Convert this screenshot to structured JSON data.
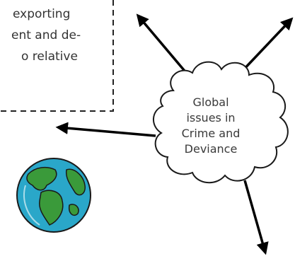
{
  "note_box": {
    "lines": [
      "exporting",
      "ent and de-",
      "o relative"
    ]
  },
  "cloud": {
    "lines": [
      "Global",
      "issues in",
      "Crime and",
      "Deviance"
    ]
  },
  "globe": {
    "icon": "globe-icon",
    "colors": {
      "ocean": "#2aa7c9",
      "land": "#3a9a3a"
    }
  },
  "arrows": {
    "color": "#000000"
  }
}
